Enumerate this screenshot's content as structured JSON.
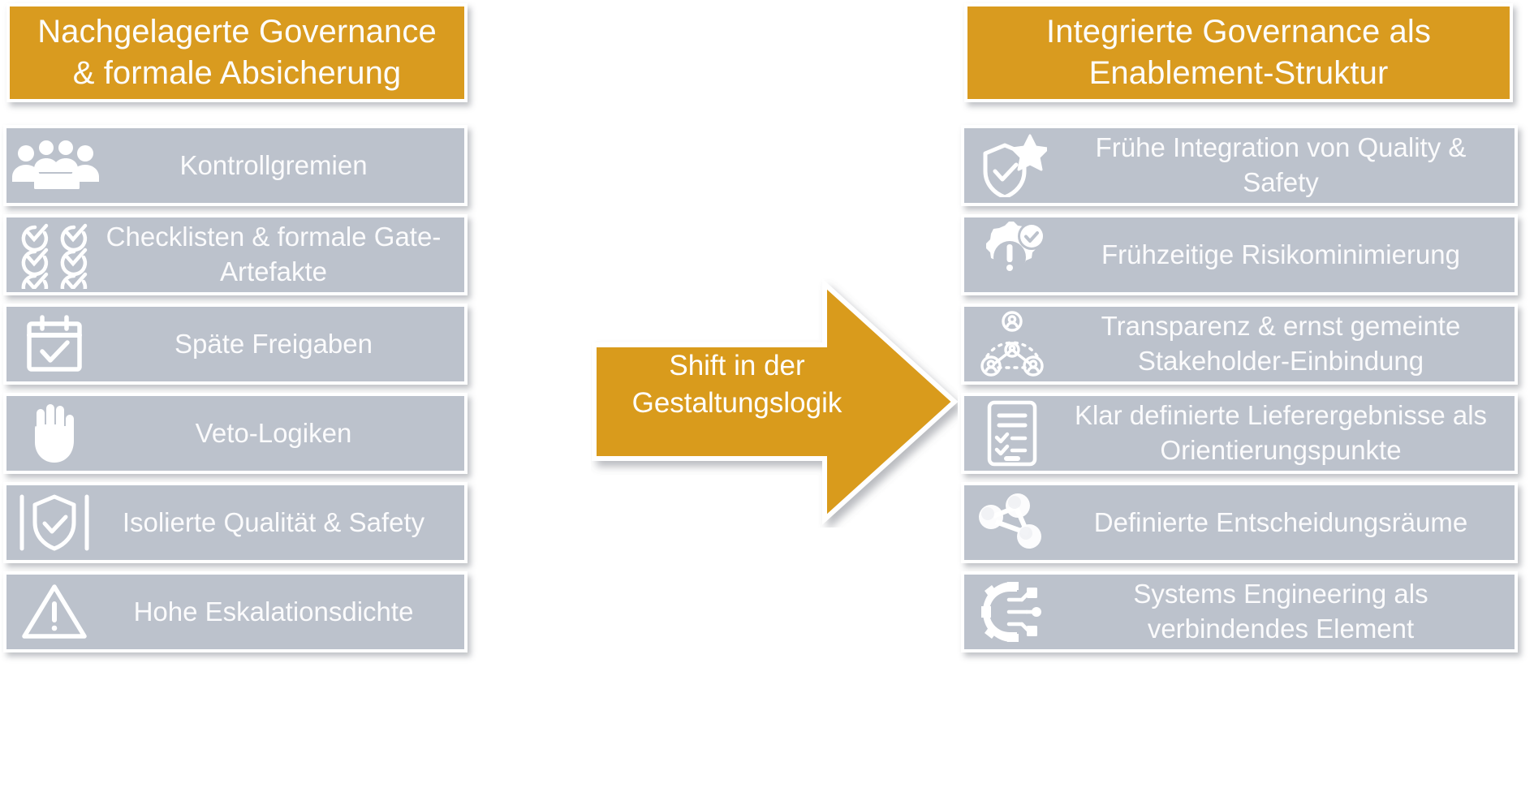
{
  "diagram": {
    "type": "two-column-comparison",
    "accent_color": "#d99b1f",
    "card_color": "#bcc2cc",
    "text_color": "#ffffff",
    "background": "#ffffff"
  },
  "left_column": {
    "header": "Nachgelagerte Governance\n& formale Absicherung",
    "header_line1": "Nachgelagerte Governance",
    "header_line2": "& formale Absicherung",
    "items": [
      {
        "label": "Kontrollgremien",
        "icon": "people-group-icon"
      },
      {
        "label": "Checklisten & formale Gate-Artefakte",
        "icon": "checklist-grid-icon"
      },
      {
        "label": "Späte Freigaben",
        "icon": "calendar-check-icon"
      },
      {
        "label": "Veto-Logiken",
        "icon": "stop-hand-icon"
      },
      {
        "label": "Isolierte Qualität & Safety",
        "icon": "isolated-shield-check-icon"
      },
      {
        "label": "Hohe Eskalationsdichte",
        "icon": "warning-triangle-icon"
      }
    ]
  },
  "right_column": {
    "header": "Integrierte Governance als\nEnablement-Struktur",
    "header_line1": "Integrierte Governance als",
    "header_line2": "Enablement-Struktur",
    "items": [
      {
        "label": "Frühe Integration von Quality & Safety",
        "icon": "shield-check-star-icon"
      },
      {
        "label": "Frühzeitige Risikominimierung",
        "icon": "gear-alert-check-icon"
      },
      {
        "label": "Transparenz & ernst gemeinte Stakeholder-Einbindung",
        "icon": "stakeholder-network-icon"
      },
      {
        "label": "Klar definierte Lieferergebnisse als Orientierungspunkte",
        "icon": "tablet-checklist-icon"
      },
      {
        "label": "Definierte Entscheidungsräume",
        "icon": "node-graph-icon"
      },
      {
        "label": "Systems Engineering als verbindendes Element",
        "icon": "gear-circuit-icon"
      }
    ]
  },
  "arrow": {
    "label": "Shift in der Gestaltungslogik",
    "line1": "Shift in der",
    "line2": "Gestaltungslogik",
    "direction": "right",
    "color": "#d99b1f"
  }
}
